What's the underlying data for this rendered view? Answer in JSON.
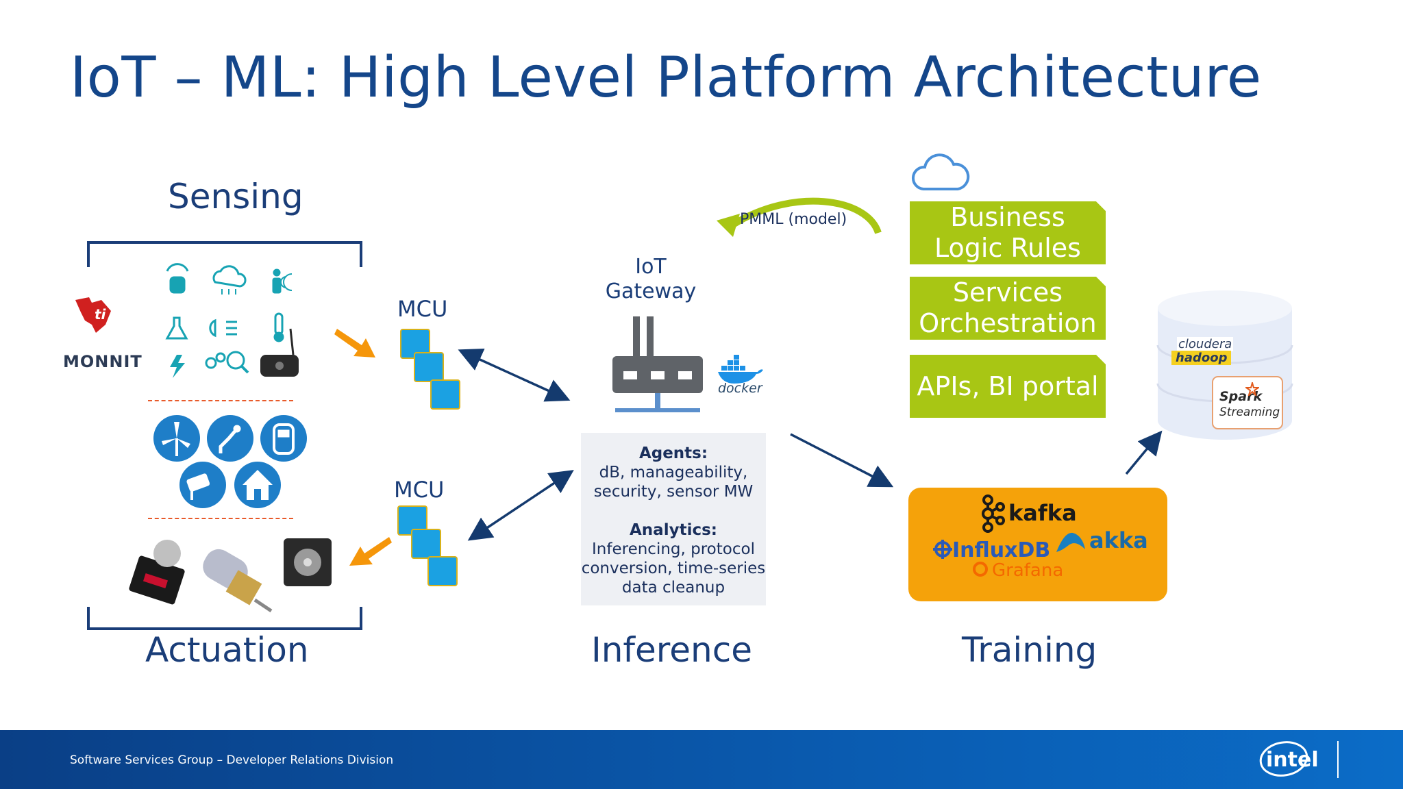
{
  "title": "IoT – ML: High Level Platform Architecture",
  "sections": {
    "sensing": "Sensing",
    "actuation": "Actuation",
    "inference": "Inference",
    "training": "Training"
  },
  "mcu_top": "MCU",
  "mcu_bottom": "MCU",
  "gateway": {
    "line1": "IoT",
    "line2": "Gateway"
  },
  "docker_label": "docker",
  "pmml_label": "PMML (model)",
  "agents_box": {
    "agents_title": "Agents:",
    "agents_line1": "dB, manageability,",
    "agents_line2": "security, sensor MW",
    "analytics_title": "Analytics:",
    "analytics_line1": "Inferencing, protocol",
    "analytics_line2": "conversion, time-series",
    "analytics_line3": "data cleanup"
  },
  "cloud_boxes": [
    "Business\nLogic Rules",
    "Services\nOrchestration",
    "APIs, BI portal"
  ],
  "training_box": {
    "kafka": "kafka",
    "influxdb": "InfluxDB",
    "akka": "akka",
    "grafana": "Grafana"
  },
  "storage": {
    "cloudera": "cloudera",
    "hadoop": "hadoop",
    "spark": "Spark",
    "streaming": "Streaming"
  },
  "monnit": "MONNIT",
  "footer": "Software Services Group – Developer Relations Division",
  "intel_logo": "intel",
  "colors": {
    "title": "#14468a",
    "green": "#a8c614",
    "orange": "#f5a20a",
    "chip_blue": "#1ba1e2",
    "footer": "#0a5bb0"
  }
}
